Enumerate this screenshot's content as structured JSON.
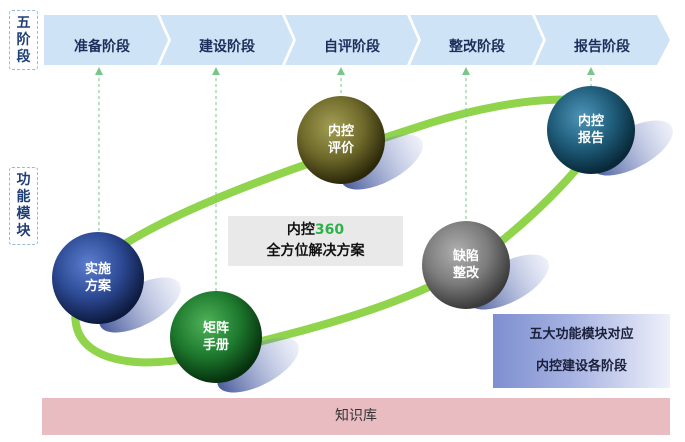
{
  "side_labels": {
    "stages": "五阶段",
    "modules": "功能模块"
  },
  "stages": [
    "准备阶段",
    "建设阶段",
    "自评阶段",
    "整改阶段",
    "报告阶段"
  ],
  "nodes": {
    "implement": [
      "实施",
      "方案"
    ],
    "manual": [
      "矩阵",
      "手册"
    ],
    "evaluate": [
      "内控",
      "评价"
    ],
    "rectify": [
      "缺陷",
      "整改"
    ],
    "report": [
      "内控",
      "报告"
    ]
  },
  "center": {
    "line1_prefix": "内控",
    "line1_number": "360",
    "line2": "全方位解决方案"
  },
  "info_box": {
    "line1": "五大功能模块对应",
    "line2": "内控建设各阶段"
  },
  "knowledge_base": "知识库",
  "colors": {
    "stage_arrow": "#cfe3f6",
    "ring": "#8fd44a",
    "implement": "#2f4f9b",
    "manual": "#1e7a2e",
    "evaluate": "#6f6a2a",
    "rectify": "#7c7c7c",
    "report": "#1f5c7a"
  }
}
